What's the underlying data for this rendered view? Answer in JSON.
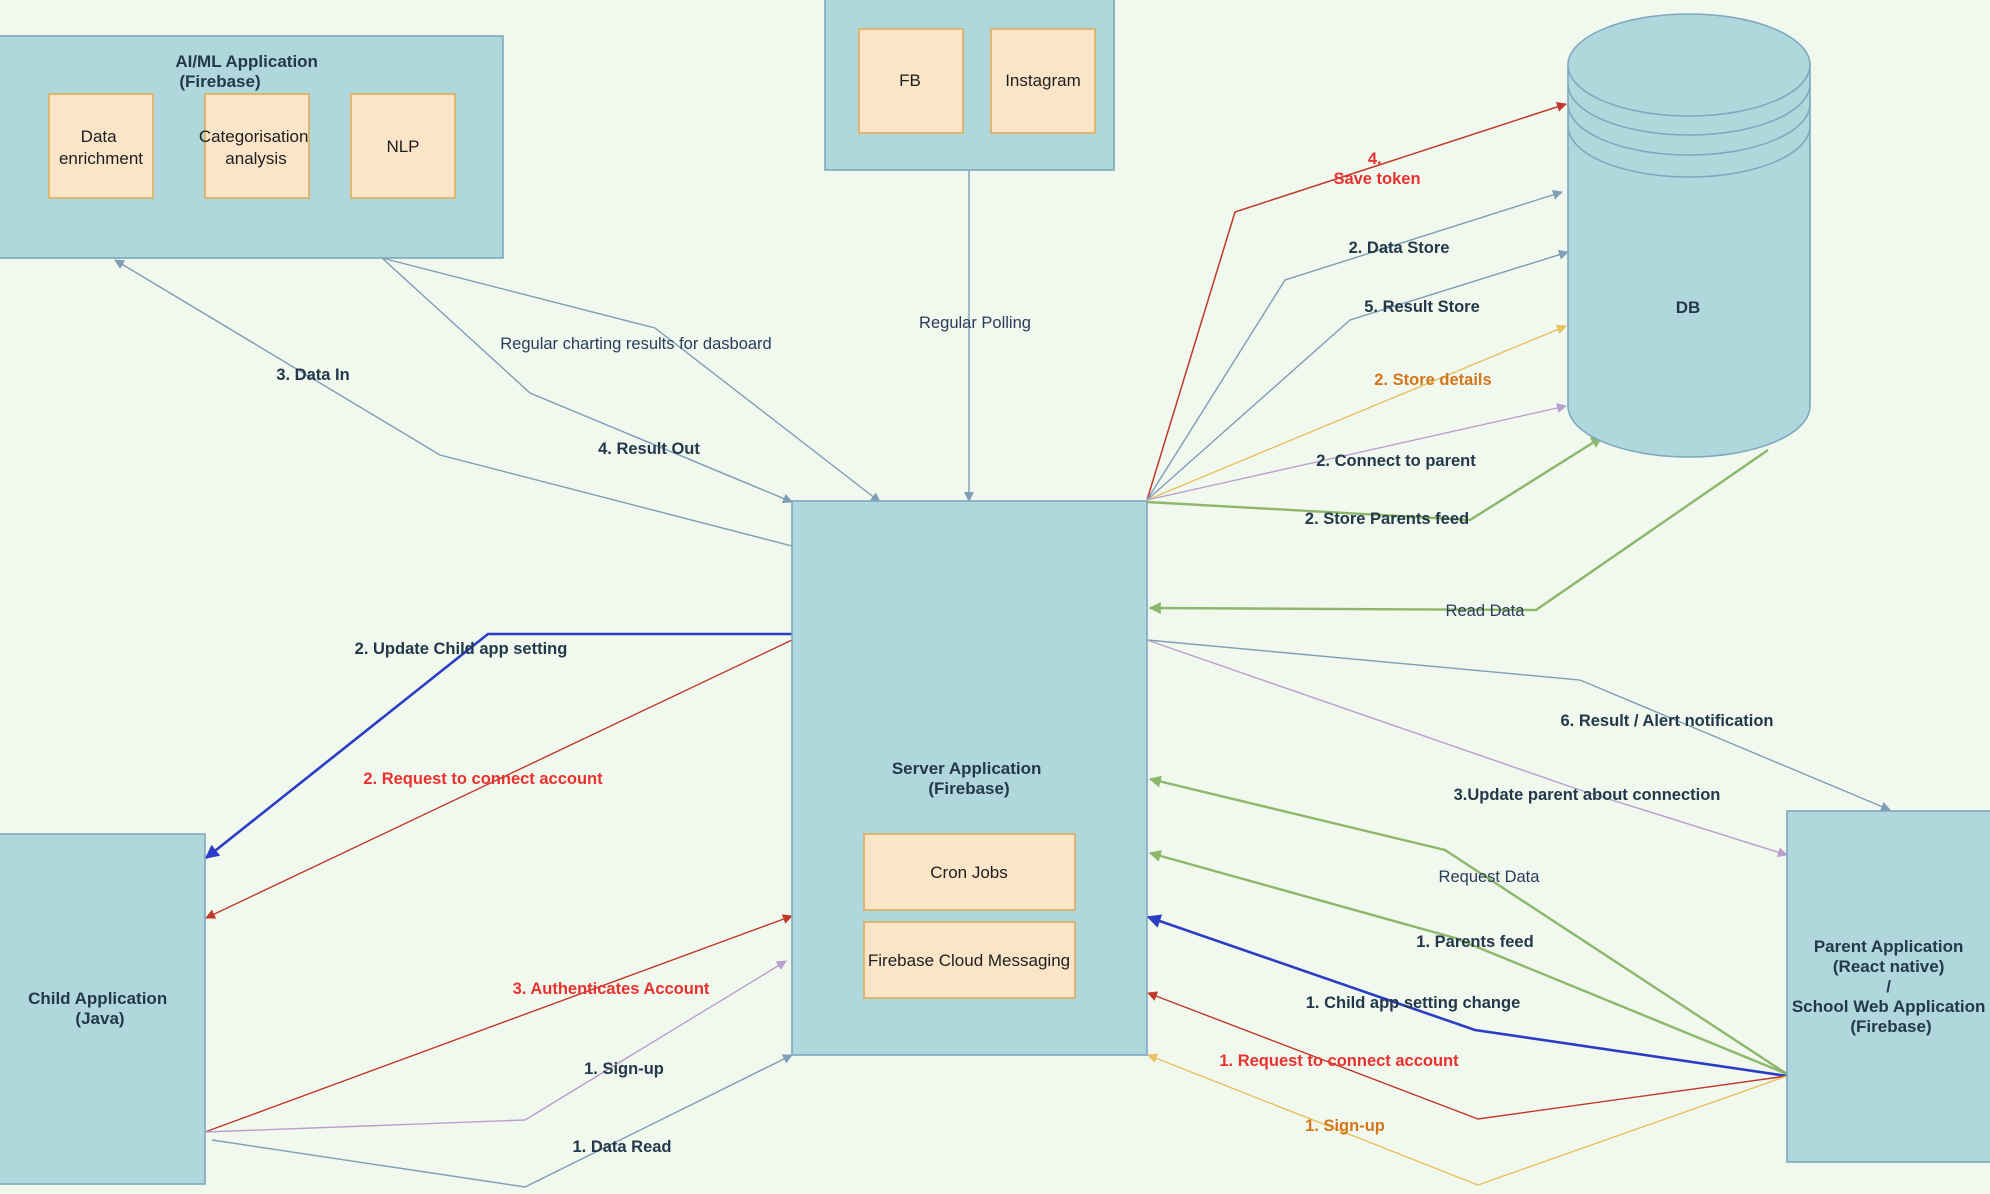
{
  "nodes": {
    "ai_app": {
      "title": [
        "AI/ML Application",
        "(Firebase)"
      ]
    },
    "ai_subs": {
      "data_enrichment": [
        "Data",
        "enrichment"
      ],
      "categorisation": [
        "Categorisation",
        "analysis"
      ],
      "nlp": [
        "NLP"
      ]
    },
    "social": {
      "fb": "FB",
      "instagram": "Instagram"
    },
    "db": {
      "title": "DB"
    },
    "server": {
      "title": [
        "Server Application",
        "(Firebase)"
      ],
      "cron": "Cron Jobs",
      "fcm": "Firebase Cloud Messaging"
    },
    "child": {
      "title": [
        "Child Application",
        "(Java)"
      ]
    },
    "parent": {
      "title": [
        "Parent Application",
        "(React native)",
        "/",
        "School Web Application",
        "(Firebase)"
      ]
    }
  },
  "edges": {
    "data_in": "3. Data  In",
    "regular_charting": "Regular charting results for dasboard",
    "result_out": "4. Result Out",
    "regular_polling": "Regular Polling",
    "save_token": [
      "4.",
      "Save token"
    ],
    "data_store": "2. Data  Store",
    "result_store": "5. Result  Store",
    "store_details": "2. Store details",
    "connect_to_parent": "2. Connect to parent",
    "store_parents_feed": "2. Store Parents feed",
    "read_data": "Read Data",
    "update_child_setting": "2. Update Child app setting",
    "request_connect_child": "2. Request to connect account",
    "result_alert": "6. Result / Alert notification",
    "update_parent_connection": "3.Update parent about connection",
    "request_data": "Request Data",
    "parents_feed": "1. Parents feed",
    "child_setting_change": "1. Child app setting change",
    "authenticates": "3. Authenticates Account",
    "child_signup": "1.  Sign-up",
    "data_read": "1. Data Read",
    "request_connect_parent": "1. Request to connect account",
    "parent_signup": "1. Sign-up"
  },
  "colors": {
    "background": "#f1f8ee",
    "node_fill": "#b0d8dc",
    "node_stroke": "#7ea9bf",
    "sub_fill": "#fbe5c9",
    "sub_stroke": "#e0ad5a",
    "grey_blue": "#7f9db5",
    "red": "#c0392b",
    "red_text": "#e8322f",
    "green": "#8db76a",
    "purple": "#b7a0cd",
    "yellow": "#e9c15f",
    "orange_text": "#d4761c",
    "blue": "#2a3dc4",
    "dark_text": "#23384a"
  }
}
